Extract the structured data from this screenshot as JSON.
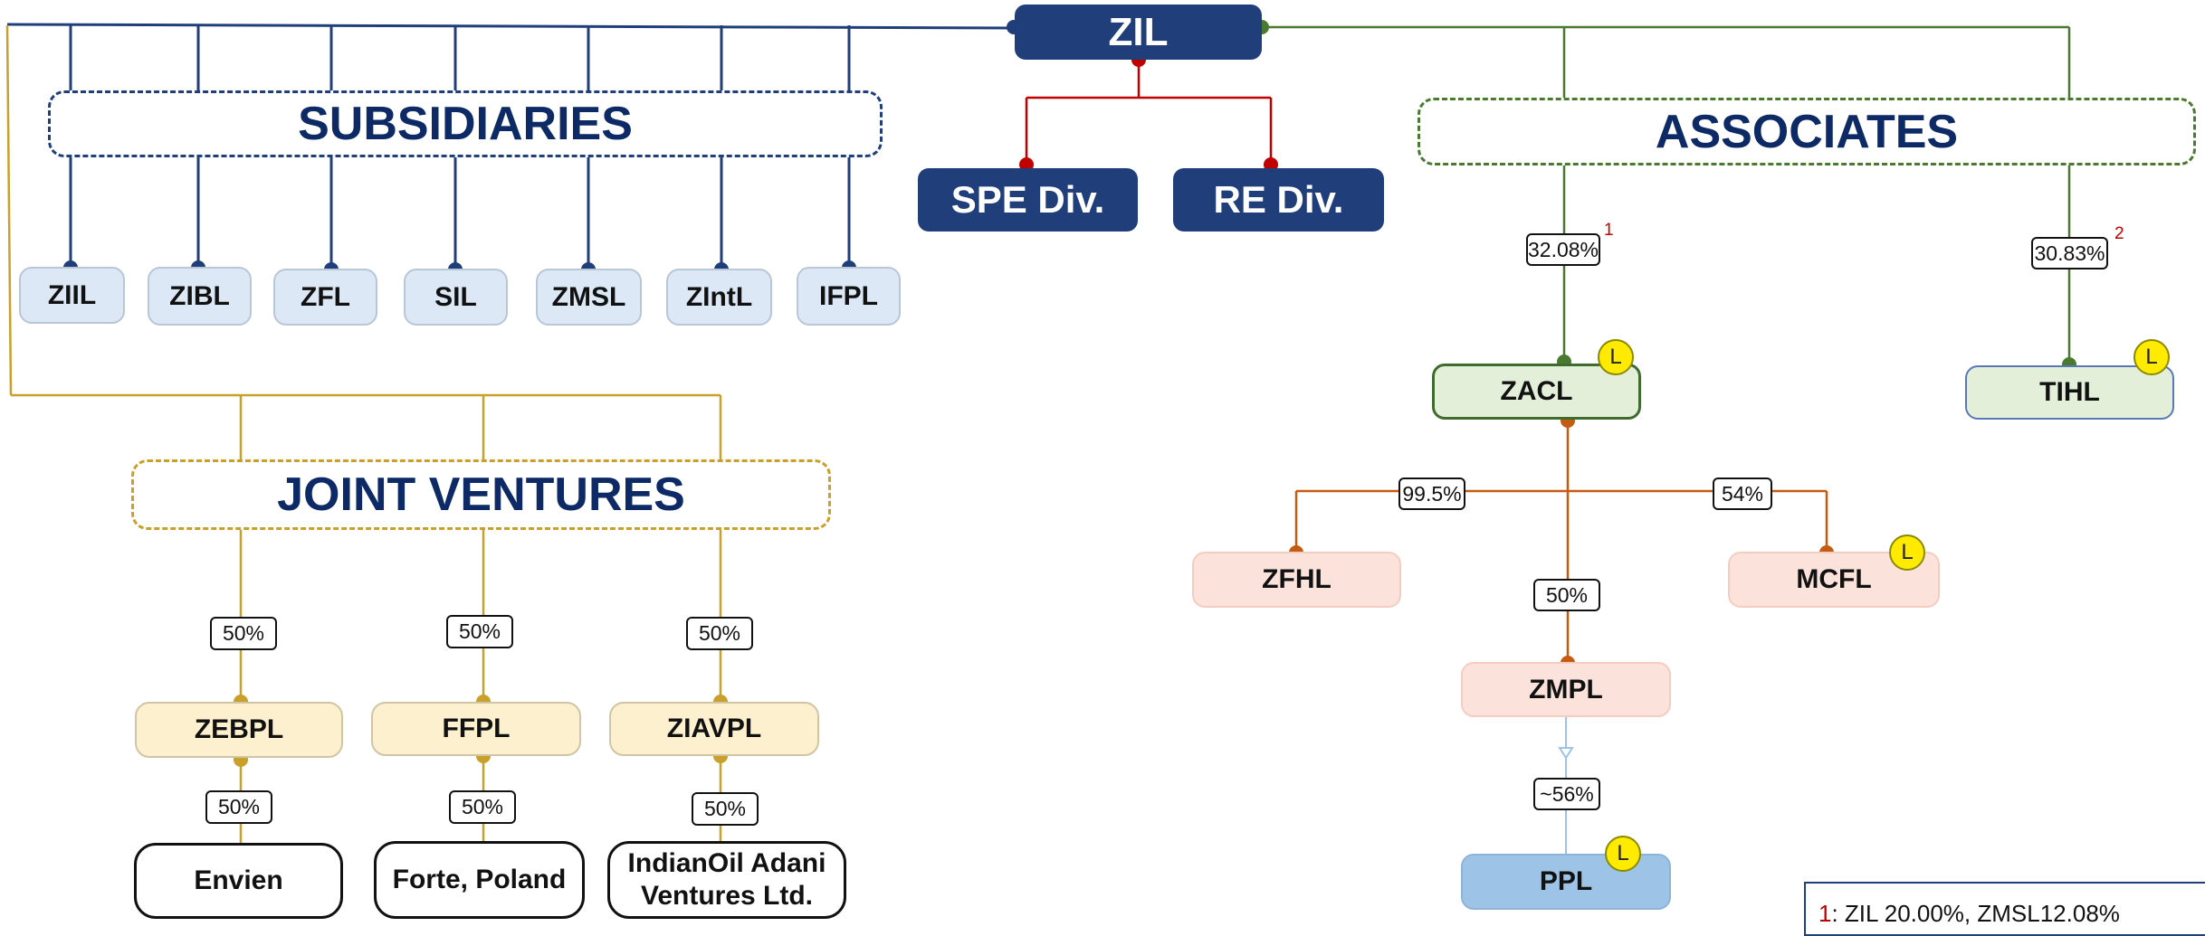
{
  "root": {
    "label": "ZIL"
  },
  "divisions": [
    {
      "label": "SPE Div."
    },
    {
      "label": "RE Div."
    }
  ],
  "groups": {
    "subsidiaries": "SUBSIDIARIES",
    "associates": "ASSOCIATES",
    "joint_ventures": "JOINT VENTURES"
  },
  "subsidiaries": [
    {
      "label": "ZIIL"
    },
    {
      "label": "ZIBL"
    },
    {
      "label": "ZFL"
    },
    {
      "label": "SIL"
    },
    {
      "label": "ZMSL"
    },
    {
      "label": "ZIntL"
    },
    {
      "label": "IFPL"
    }
  ],
  "joint_ventures": [
    {
      "label": "ZEBPL",
      "stake": "50%",
      "child": "Envien",
      "child_stake": "50%"
    },
    {
      "label": "FFPL",
      "stake": "50%",
      "child": "Forte, Poland",
      "child_stake": "50%"
    },
    {
      "label": "ZIAVPL",
      "stake": "50%",
      "child_line1": "IndianOil Adani",
      "child_line2": "Ventures Ltd.",
      "child_stake": "50%"
    }
  ],
  "associates": {
    "zacl": {
      "label": "ZACL",
      "stake": "32.08%",
      "footnote": "1",
      "badge": "L"
    },
    "tihl": {
      "label": "TIHL",
      "stake": "30.83%",
      "footnote": "2",
      "badge": "L"
    },
    "zfhl": {
      "label": "ZFHL",
      "stake": "99.5%"
    },
    "mcfl": {
      "label": "MCFL",
      "stake": "54%",
      "badge": "L"
    },
    "zmpl": {
      "label": "ZMPL",
      "stake": "50%"
    },
    "ppl": {
      "label": "PPL",
      "stake": "~56%",
      "badge": "L"
    }
  },
  "footnotes": {
    "num": "1",
    "text": ": ZIL 20.00%, ZMSL12.08%"
  },
  "colors": {
    "navy": "#1f3e7a",
    "subsidiary_fill": "#dce8f5",
    "jv_line": "#c8a02a",
    "assoc_line": "#4a7a30",
    "zacl_line": "#c55a11",
    "division_line": "#c00000",
    "badge": "#ffea00"
  }
}
